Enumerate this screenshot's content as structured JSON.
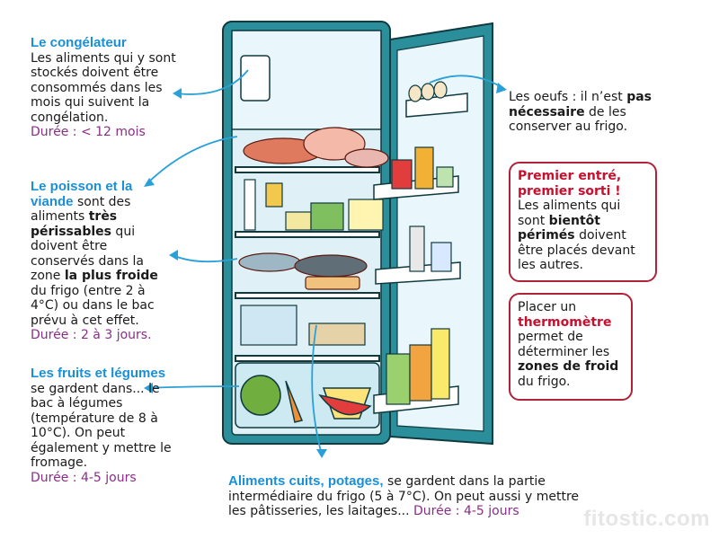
{
  "freezer": {
    "title": "Le congélateur",
    "text": "Les aliments qui y sont stockés doivent être consommés dans les mois qui suivent la congélation.",
    "duration": "Durée : < 12 mois"
  },
  "fish_meat": {
    "title": "Le poisson et la viande",
    "text_a": " sont des aliments ",
    "bold_a": "très périssables",
    "text_b": " qui doivent être conservés dans la zone ",
    "bold_b": "la plus froide",
    "text_c": " du frigo (entre 2 à 4°C) ou dans le bac prévu à cet effet.",
    "duration": "Durée : 2 à 3 jours."
  },
  "fruits": {
    "title": "Les fruits et légumes",
    "text": "se gardent dans... le bac à légumes (température de 8 à 10°C). On peut également y mettre le fromage.",
    "duration": "Durée : 4-5 jours"
  },
  "cooked": {
    "title": "Aliments cuits, potages,",
    "text": " se gardent dans la partie intermédiaire du frigo  (5 à 7°C). On peut aussi y mettre les pâtisseries, les laitages...",
    "duration": " Durée : 4-5 jours"
  },
  "eggs": {
    "text_a": "Les oeufs : il n’est ",
    "bold": "pas nécessaire",
    "text_b": " de les conserver au frigo."
  },
  "fifo": {
    "title": "Premier entré, premier sorti !",
    "text_a": "Les aliments qui sont ",
    "bold": "bientôt périmés",
    "text_b": " doivent être placés devant les autres."
  },
  "thermo": {
    "text_a": "Placer un ",
    "red": "thermomètre",
    "text_b": " permet de déterminer les ",
    "bold": "zones de froid",
    "text_c": " du frigo."
  },
  "watermark": "fitostic.com",
  "colors": {
    "title_blue": "#1a8fd6",
    "duration_purple": "#8a2e87",
    "box_red": "#b0213a",
    "fridge_teal": "#2a8f9a",
    "arrow_blue": "#2aa0d8"
  }
}
